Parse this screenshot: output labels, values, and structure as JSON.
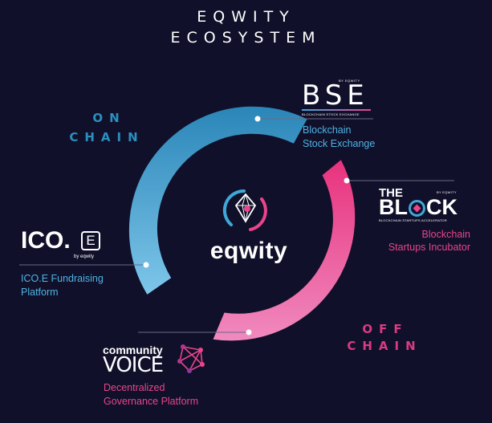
{
  "title": {
    "line1": "EQWITY",
    "line2": "ECOSYSTEM"
  },
  "labels": {
    "on_chain": {
      "line1": "ON",
      "line2": "CHAIN"
    },
    "off_chain": {
      "line1": "OFF",
      "line2": "CHAIN"
    }
  },
  "center": {
    "brand": "eqwity"
  },
  "nodes": {
    "bse": {
      "logo": "BSE",
      "logo_tag": "BY EQWITY",
      "logo_sub": "BLOCKCHAIN STOCK EXCHANGE",
      "desc1": "Blockchain",
      "desc2": "Stock Exchange"
    },
    "block": {
      "logo_top": "THE",
      "logo_main_a": "BL",
      "logo_main_b": "CK",
      "logo_tag": "BY EQWITY",
      "logo_sub": "BLOCKCHAIN STARTUPS ACCELERATOR",
      "desc1": "Blockchain",
      "desc2": "Startups Incubator"
    },
    "ico": {
      "logo": "ICO.",
      "logo_box": "E",
      "logo_tag": "by eqwity",
      "desc1": "ICO.E Fundraising",
      "desc2": "Platform"
    },
    "voice": {
      "logo_top": "community",
      "logo_main": "VOICE",
      "desc1": "Decentralized",
      "desc2": "Governance Platform"
    }
  },
  "colors": {
    "background": "#10102a",
    "on_chain": "#3fa8d8",
    "off_chain": "#e8458b",
    "chain_label_blue": "#2b8fbf",
    "chain_label_pink": "#d93a82",
    "desc_blue": "#4fb3e3",
    "desc_pink": "#e8458b"
  }
}
